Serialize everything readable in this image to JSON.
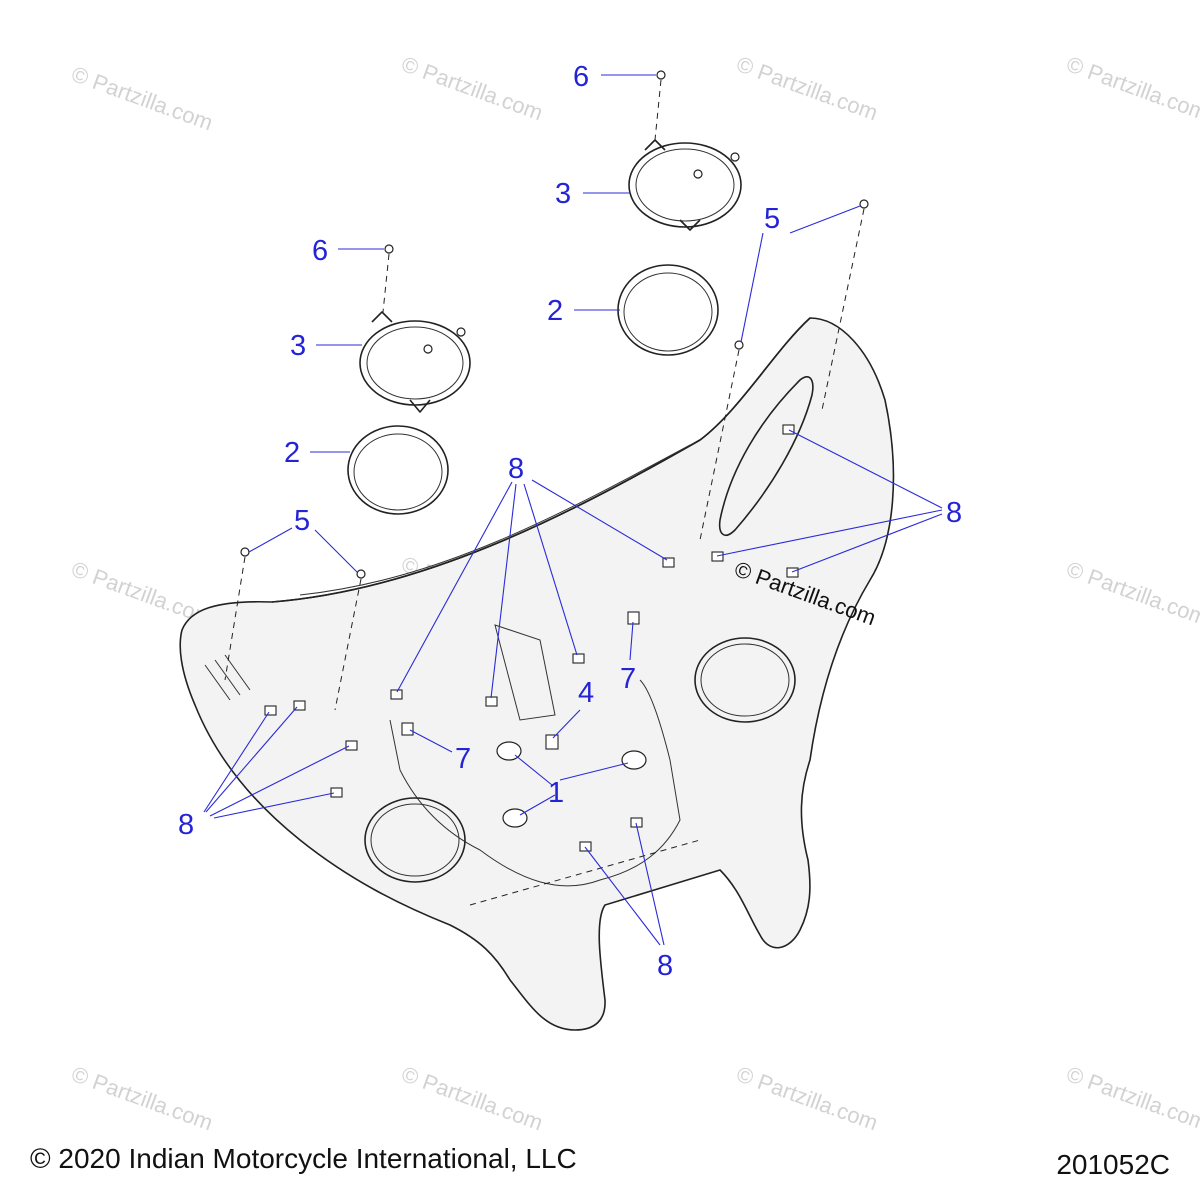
{
  "watermark": {
    "text": "© Partzilla.com",
    "prominent_text": "© Partzilla.com"
  },
  "callouts": {
    "c1": "1",
    "c2a": "2",
    "c2b": "2",
    "c3a": "3",
    "c3b": "3",
    "c4": "4",
    "c5a": "5",
    "c5b": "5",
    "c6a": "6",
    "c6b": "6",
    "c7a": "7",
    "c7b": "7",
    "c8a": "8",
    "c8b": "8",
    "c8c": "8",
    "c8d": "8"
  },
  "footer": {
    "copyright": "© 2020 Indian Motorcycle International, LLC",
    "drawing_number": "201052C"
  },
  "colors": {
    "callout": "#2424d6",
    "line_art": "#222222",
    "watermark": "#d2d2d2"
  }
}
